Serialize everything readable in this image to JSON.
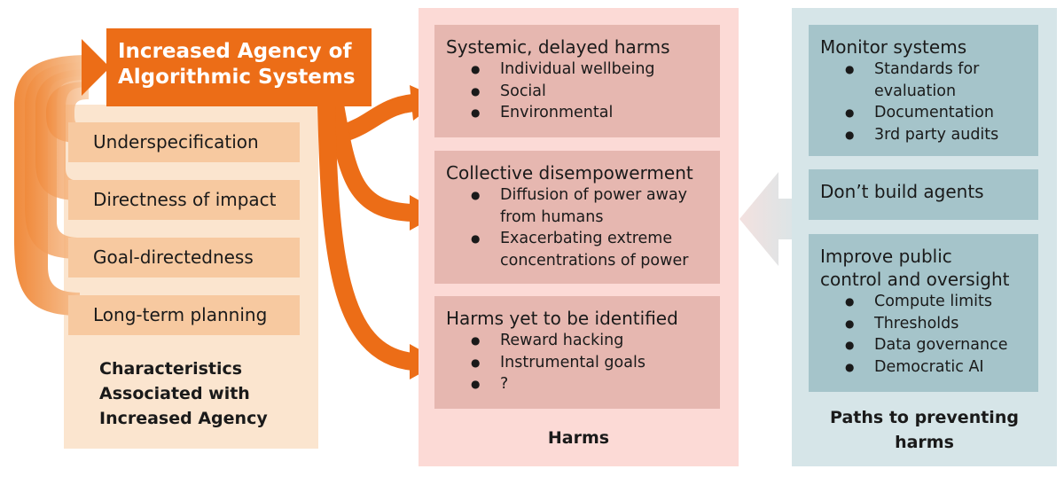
{
  "agency": {
    "title_line1": "Increased Agency of",
    "title_line2": "Algorithmic Systems"
  },
  "characteristics": {
    "items": [
      "Underspecification",
      "Directness of impact",
      "Goal-directedness",
      "Long-term planning"
    ],
    "title_line1": "Characteristics",
    "title_line2": "Associated with",
    "title_line3": "Increased Agency"
  },
  "harms": {
    "title": "Harms",
    "boxes": [
      {
        "title": "Systemic, delayed harms",
        "bullets": [
          "Individual wellbeing",
          "Social",
          "Environmental"
        ]
      },
      {
        "title": "Collective disempowerment",
        "bullets": [
          [
            "Diffusion of power away",
            "from humans"
          ],
          [
            "Exacerbating extreme",
            "concentrations of power"
          ]
        ]
      },
      {
        "title": "Harms yet to be identified",
        "bullets": [
          "Reward hacking",
          "Instrumental goals",
          "?"
        ]
      }
    ]
  },
  "paths": {
    "title_line1": "Paths to preventing",
    "title_line2": "harms",
    "boxes": [
      {
        "title": "Monitor systems",
        "bullets": [
          [
            "Standards for",
            "evaluation"
          ],
          "Documentation",
          "3rd party audits"
        ]
      },
      {
        "title": "Don’t build agents"
      },
      {
        "title_line1": "Improve public",
        "title_line2": "control and oversight",
        "bullets": [
          "Compute limits",
          "Thresholds",
          "Data governance",
          "Democratic AI"
        ]
      }
    ]
  },
  "colors": {
    "orange": "#ec6d17",
    "light_orange": "#f7c9a0",
    "pale_orange": "#fbe5cf",
    "harm_box": "#e6b7b0",
    "harm_panel": "#fcdad6",
    "path_box": "#a5c4ca",
    "path_panel": "#d6e5e8"
  }
}
